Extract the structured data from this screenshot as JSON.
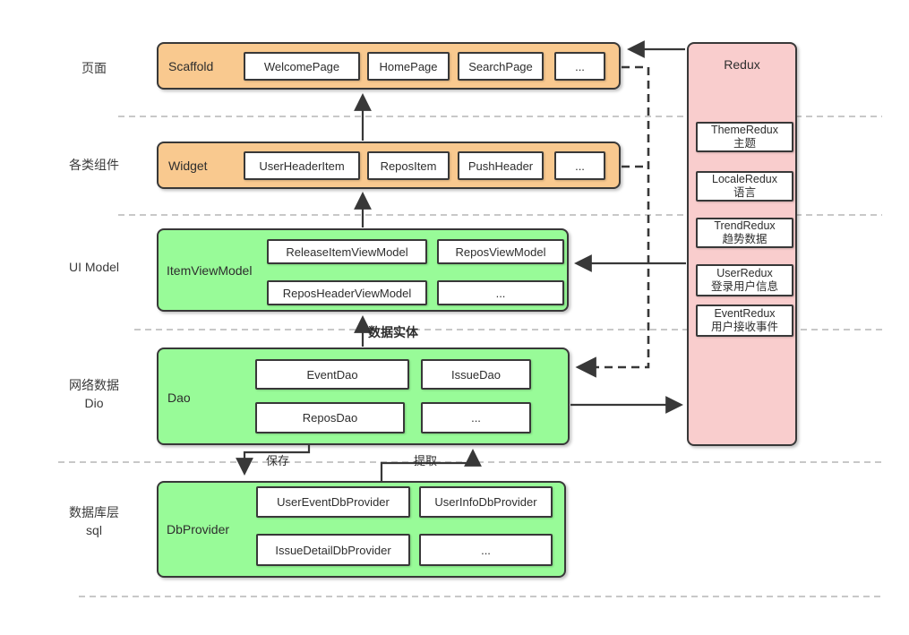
{
  "colors": {
    "layer_orange": "#f9c98f",
    "layer_green": "#98fb98",
    "redux_pink": "#f9cdcd",
    "line_dark": "#383838",
    "separator_gray": "#b5b5b5"
  },
  "left_labels": [
    {
      "line1": "页面",
      "line2": ""
    },
    {
      "line1": "各类组件",
      "line2": ""
    },
    {
      "line1": "UI Model",
      "line2": ""
    },
    {
      "line1": "网络数据",
      "line2": "Dio"
    },
    {
      "line1": "数据库层",
      "line2": "sql"
    }
  ],
  "layers": [
    {
      "title": "Scaffold",
      "items": [
        "WelcomePage",
        "HomePage",
        "SearchPage",
        "..."
      ]
    },
    {
      "title": "Widget",
      "items": [
        "UserHeaderItem",
        "ReposItem",
        "PushHeader",
        "..."
      ]
    },
    {
      "title": "ItemViewModel",
      "items": [
        "ReleaseItemViewModel",
        "ReposViewModel",
        "ReposHeaderViewModel",
        "..."
      ]
    },
    {
      "title": "Dao",
      "items": [
        "EventDao",
        "IssueDao",
        "ReposDao",
        "..."
      ]
    },
    {
      "title": "DbProvider",
      "items": [
        "UserEventDbProvider",
        "UserInfoDbProvider",
        "IssueDetailDbProvider",
        "..."
      ]
    }
  ],
  "redux": {
    "title": "Redux",
    "items": [
      {
        "name": "ThemeRedux",
        "desc": "主题"
      },
      {
        "name": "LocaleRedux",
        "desc": "语言"
      },
      {
        "name": "TrendRedux",
        "desc": "趋势数据"
      },
      {
        "name": "UserRedux",
        "desc": "登录用户信息"
      },
      {
        "name": "EventRedux",
        "desc": "用户接收事件"
      }
    ]
  },
  "edge_labels": {
    "data_entity": "数据实体",
    "save": "保存",
    "extract": "提取"
  }
}
